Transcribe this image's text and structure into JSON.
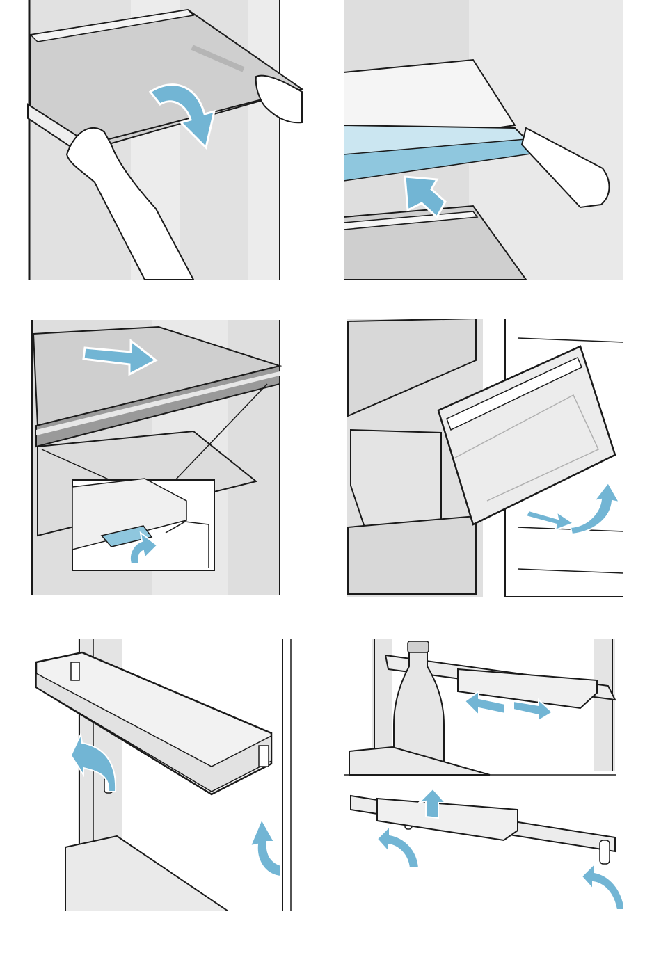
{
  "colors": {
    "line": "#1a1a1a",
    "wall": "#dcdcdc",
    "wall_light": "#ececec",
    "glass": "#c9c9c9",
    "highlight": "#8fc7de",
    "highlight_light": "#cbe6f1",
    "arrow": "#72b5d4",
    "white": "#ffffff"
  },
  "figures": [
    {
      "name": "remove-glass-shelf",
      "icon": "curved-arrow-down"
    },
    {
      "name": "insert-glass-shelf",
      "icon": "arrow-push-in"
    },
    {
      "name": "shelf-trim-release-catch",
      "icon": "arrow-pull-out"
    },
    {
      "name": "remove-drawer",
      "icon": "arrow-lift-out"
    },
    {
      "name": "remove-door-bin",
      "icon": "arrow-lift-up"
    },
    {
      "name": "door-rail-holder",
      "icon": "arrow-slide-left-right"
    }
  ]
}
